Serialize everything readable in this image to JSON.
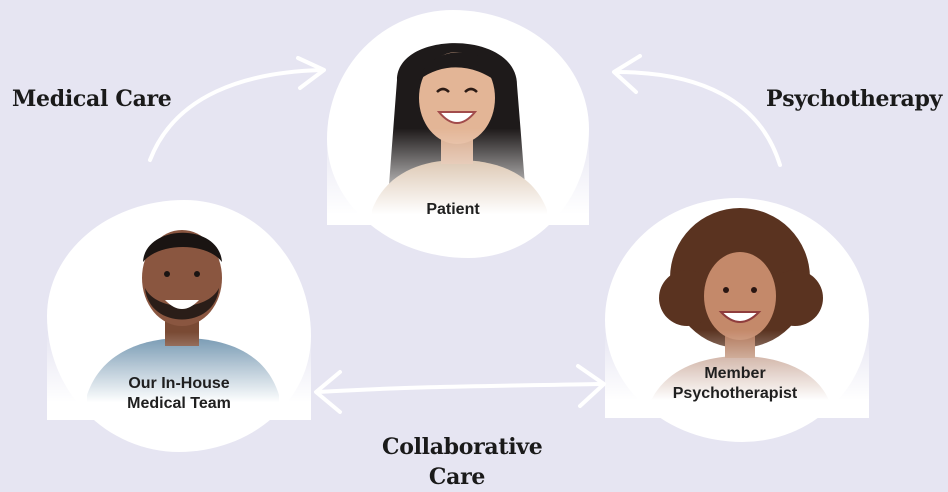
{
  "diagram": {
    "edges": {
      "medical_care": "Medical Care",
      "psychotherapy": "Psychotherapy",
      "collaborative_care": [
        "Collaborative",
        "Care"
      ]
    },
    "nodes": {
      "patient": "Patient",
      "medical_team": [
        "Our In-House",
        "Medical Team"
      ],
      "psychotherapist": [
        "Member",
        "Psychotherapist"
      ]
    }
  }
}
